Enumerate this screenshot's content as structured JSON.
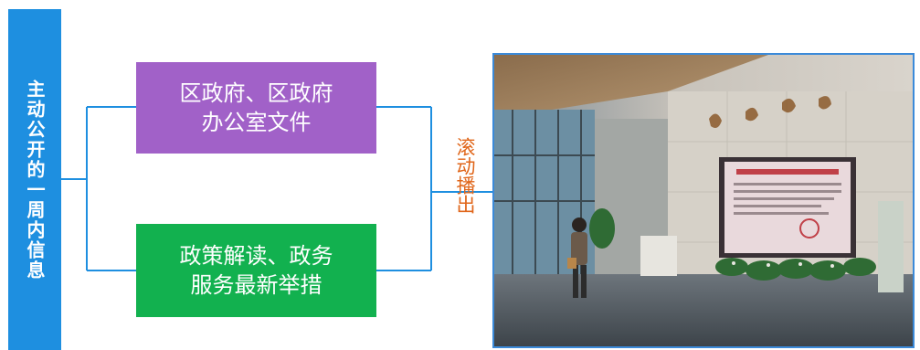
{
  "sidebar": {
    "title": "主动公开的一周内信息"
  },
  "boxes": {
    "top": {
      "line1": "区政府、区政府",
      "line2": "办公室文件"
    },
    "bottom": {
      "line1": "政策解读、政务",
      "line2": "服务最新举措"
    }
  },
  "scroll_label": "滚动播出",
  "colors": {
    "sidebar": "#1e8fe0",
    "top_box": "#a161c8",
    "bottom_box": "#12b14f",
    "connector": "#1e8fe0",
    "scroll_label": "#e0661a"
  }
}
